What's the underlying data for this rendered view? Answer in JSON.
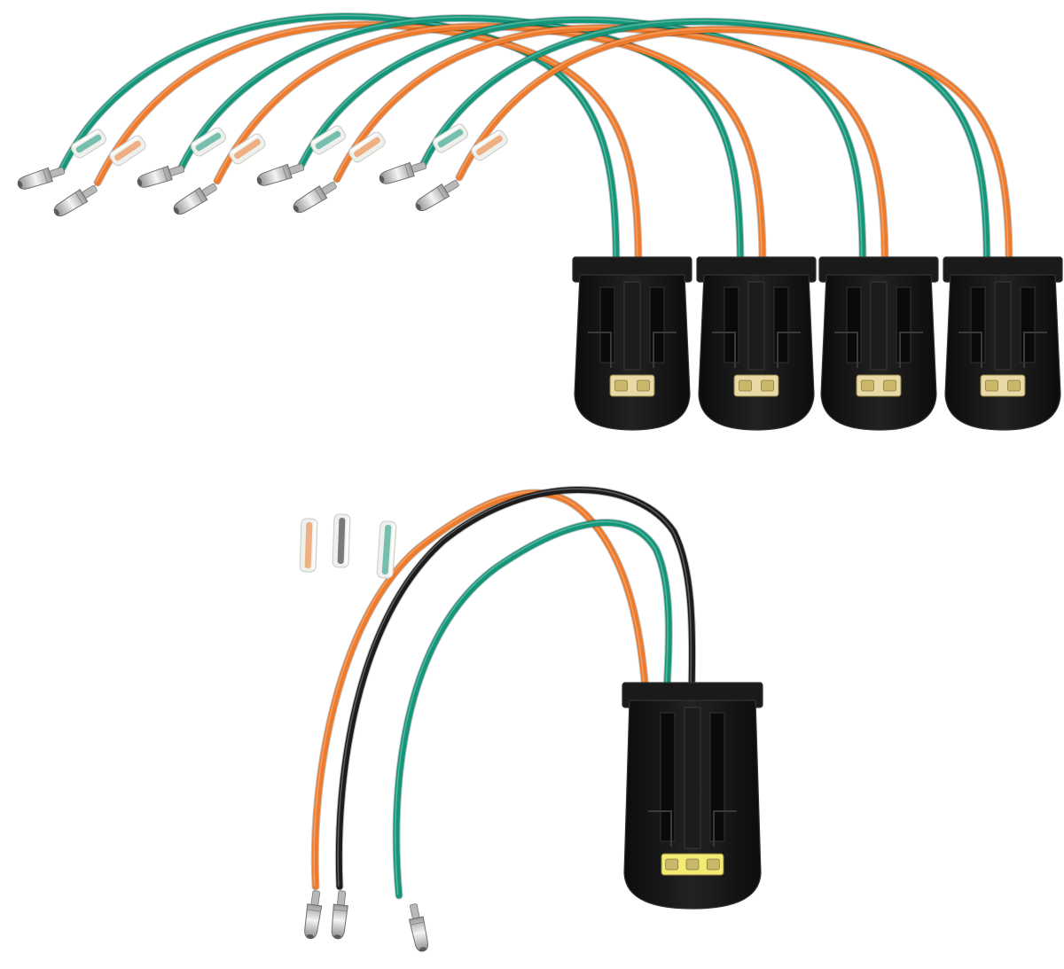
{
  "scene": {
    "background": "#ffffff",
    "subject": "wire-harness-connectors",
    "colors": {
      "wire_green": "#14967a",
      "wire_orange": "#ee7a2c",
      "wire_black": "#1c1c1c",
      "housing": "#1a1a1a",
      "housing_edge": "#333333",
      "terminal_insert_top": "#e9d9a6",
      "terminal_insert_bottom": "#f2ec72",
      "metal_terminal": "#d7d7d7",
      "heat_shrink": "#eef0ec"
    },
    "top_group": {
      "connector_count": 4,
      "pins_per_connector": 2
    },
    "bottom_group": {
      "connector_count": 1,
      "pins_per_connector": 3
    }
  }
}
